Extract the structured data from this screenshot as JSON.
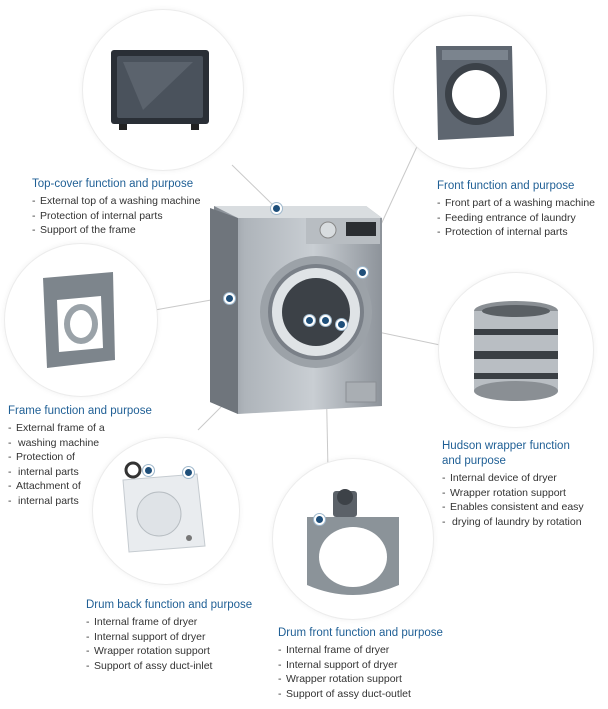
{
  "colors": {
    "heading": "#1f5f95",
    "body_text": "#333333",
    "dot": "#1f4f7a",
    "line": "#c9c9c9"
  },
  "center_image": {
    "name": "front-load-washing-machine"
  },
  "parts": {
    "top_cover": {
      "title": "Top-cover function and purpose",
      "items": [
        "External top of a washing machine",
        "Protection of internal parts",
        "Support of the frame"
      ]
    },
    "front": {
      "title": "Front function and purpose",
      "items": [
        "Front part of a washing machine",
        "Feeding entrance of laundry",
        "Protection of internal parts"
      ]
    },
    "frame": {
      "title": "Frame function and purpose",
      "items": [
        "External frame of a",
        "washing machine",
        "Protection of",
        "internal parts",
        "Attachment of",
        "internal parts"
      ]
    },
    "hudson_wrapper": {
      "title_line1": "Hudson wrapper function",
      "title_line2": "and purpose",
      "items": [
        "Internal device of dryer",
        "Wrapper rotation support",
        "Enables consistent and easy",
        "drying of laundry by rotation"
      ]
    },
    "drum_back": {
      "title": "Drum back function and purpose",
      "items": [
        "Internal frame of dryer",
        "Internal support of dryer",
        "Wrapper rotation support",
        "Support of assy duct-inlet"
      ]
    },
    "drum_front": {
      "title": "Drum front function and purpose",
      "items": [
        "Internal frame of dryer",
        "Internal support of dryer",
        "Wrapper rotation support",
        "Support of assy duct-outlet"
      ]
    }
  }
}
